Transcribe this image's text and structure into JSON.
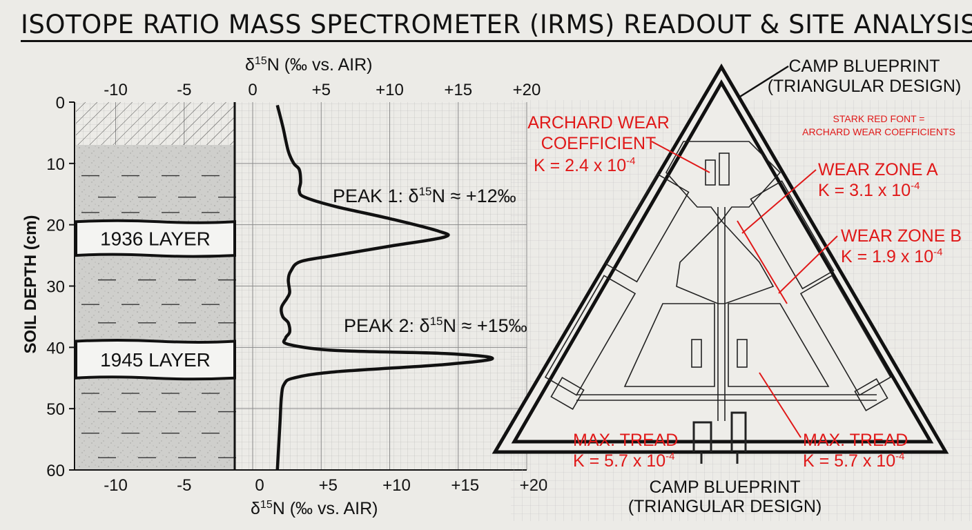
{
  "title": "ISOTOPE RATIO MASS SPECTROMETER (IRMS) READOUT & SITE ANALYSIS",
  "colors": {
    "ink": "#111111",
    "accent_red": "#e01818",
    "paper": "#ecebe7",
    "grid": "#9a9a9a"
  },
  "soil_column": {
    "y_axis_label": "SOIL DEPTH (cm)",
    "x_ticks": [
      "-10",
      "-5"
    ],
    "layers": [
      {
        "label": "1936 LAYER",
        "top_cm": 19.5,
        "bottom_cm": 25
      },
      {
        "label": "1945 LAYER",
        "top_cm": 39,
        "bottom_cm": 45
      }
    ]
  },
  "chart_data": {
    "type": "line",
    "title": "",
    "xlabel": "δ15N (‰ vs. AIR)",
    "ylabel": "SOIL DEPTH (cm)",
    "top_axis_label": "δ15N (‰ vs. AIR)",
    "xlim": [
      -13,
      20
    ],
    "ylim": [
      0,
      60
    ],
    "y_inverted": true,
    "x_ticks": [
      "-10",
      "-5",
      "0",
      "+5",
      "+10",
      "+15",
      "+20"
    ],
    "y_ticks": [
      "0",
      "10",
      "20",
      "30",
      "40",
      "50",
      "60"
    ],
    "series": [
      {
        "x": [
          1.8,
          2.2,
          2.6,
          3.0,
          3.4,
          3.5,
          3.4,
          3.8,
          6,
          10,
          13.5,
          14.0,
          10,
          6,
          3.5,
          2.8,
          2.6,
          2.7,
          2.5,
          2.1,
          2.2,
          2.6,
          2.7,
          2.4,
          2.6,
          6,
          14,
          17.5,
          14,
          6,
          3,
          2.3,
          2.1,
          2.0,
          1.9,
          1.8
        ],
        "y": [
          0.5,
          4,
          8,
          10,
          11,
          13,
          14.5,
          15.5,
          17,
          19,
          21,
          22,
          23.5,
          25,
          26,
          27.5,
          29,
          31,
          32,
          33.5,
          35,
          36,
          37.5,
          38.5,
          39.5,
          40.5,
          41,
          41.8,
          42.8,
          44,
          45,
          46,
          48,
          52,
          56,
          60
        ]
      }
    ],
    "annotations": [
      {
        "text": "PEAK 1: δ15N ≈ +12‰",
        "x": 14.0,
        "y": 22
      },
      {
        "text": "PEAK 2: δ15N ≈ +15‰",
        "x": 17.5,
        "y": 41.8
      }
    ]
  },
  "blueprint": {
    "label_top": [
      "CAMP BLUEPRINT",
      "(TRIANGULAR DESIGN)"
    ],
    "label_bottom": [
      "CAMP BLUEPRINT",
      "(TRIANGULAR DESIGN)"
    ],
    "legend_note": [
      "STARK RED FONT =",
      "ARCHARD WEAR COEFFICIENTS"
    ],
    "callouts": {
      "archard": [
        "ARCHARD WEAR",
        "COEFFICIENT",
        "K = 2.4 x 10",
        "-4"
      ],
      "zone_a": [
        "WEAR ZONE A",
        "K = 3.1 x 10",
        "-4"
      ],
      "zone_b": [
        "WEAR ZONE B",
        "K = 1.9 x 10",
        "-4"
      ],
      "tread_left": [
        "MAX. TREAD",
        "K = 5.7 x 10",
        "-4"
      ],
      "tread_right": [
        "MAX. TREAD",
        "K = 5.7 x 10",
        "-4"
      ]
    }
  }
}
